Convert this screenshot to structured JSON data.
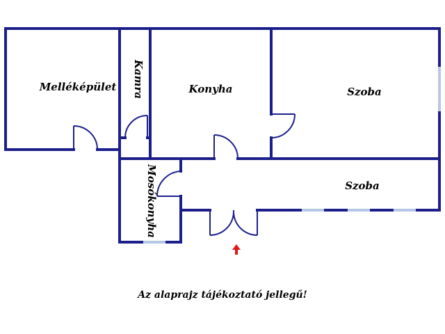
{
  "rooms": {
    "mellekepulet": "Melléképület",
    "kamra": "Kamra",
    "konyha": "Konyha",
    "szoba_top": "Szoba",
    "mosokonyha": "Mosókonyha",
    "szoba_bottom": "Szoba"
  },
  "caption": "Az alaprajz tájékoztató jellegű!",
  "colors": {
    "wall": "#1c1f8a",
    "window": "#b4c8e6",
    "arrow": "#e01818",
    "text": "#000000"
  },
  "icons": {
    "entrance_marker": "red-arrow-up-icon"
  }
}
